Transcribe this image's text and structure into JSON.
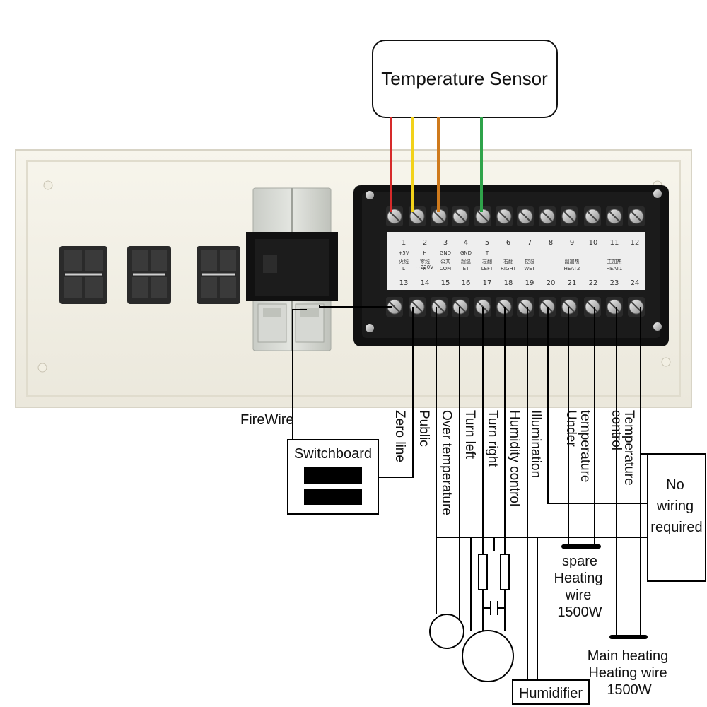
{
  "sensor": {
    "label": "Temperature Sensor"
  },
  "sensor_wire_colors": [
    "#d62a2a",
    "#f2d21a",
    "#cf7a1c",
    "#2fa34a"
  ],
  "terminal_numbers_top": [
    "1",
    "2",
    "3",
    "4",
    "5",
    "6",
    "7",
    "8",
    "9",
    "10",
    "11",
    "12"
  ],
  "terminal_numbers_bottom": [
    "13",
    "14",
    "15",
    "16",
    "17",
    "18",
    "19",
    "20",
    "21",
    "22",
    "23",
    "24"
  ],
  "terminal_codes_top": [
    "+5V",
    "H",
    "GND",
    "GND",
    "T",
    "",
    "",
    "",
    "",
    "",
    "",
    ""
  ],
  "terminal_codes_mid": [
    "火线",
    "零线",
    "公共",
    "超温",
    "左翻",
    "右翻",
    "控湿",
    "",
    "副加热",
    "",
    "主加热",
    ""
  ],
  "terminal_codes_low": [
    "L",
    "N",
    "COM",
    "ET",
    "LEFT",
    "RIGHT",
    "WET",
    "",
    "HEAT2",
    "",
    "HEAT1",
    ""
  ],
  "terminal_voltage": "~220V",
  "labels": {
    "firewire": "FireWire",
    "switchboard": "Switchboard",
    "zero_line": "Zero line",
    "public": "Public",
    "over_temperature": "Over temperature",
    "turn_left": "Turn left",
    "turn_right": "Turn right",
    "humidity_control": "Humidity control",
    "illumination": "Illumination",
    "under_temperature_1": "Under",
    "under_temperature_2": "temperature",
    "temperature_control_1": "Temperature",
    "temperature_control_2": "control",
    "no_wiring_1": "No",
    "no_wiring_2": "wiring",
    "no_wiring_3": "required",
    "spare_1": "spare",
    "spare_2": "Heating",
    "spare_3": "wire",
    "spare_4": "1500W",
    "main_1": "Main heating",
    "main_2": "Heating wire",
    "main_3": "1500W",
    "humidifier": "Humidifier"
  }
}
